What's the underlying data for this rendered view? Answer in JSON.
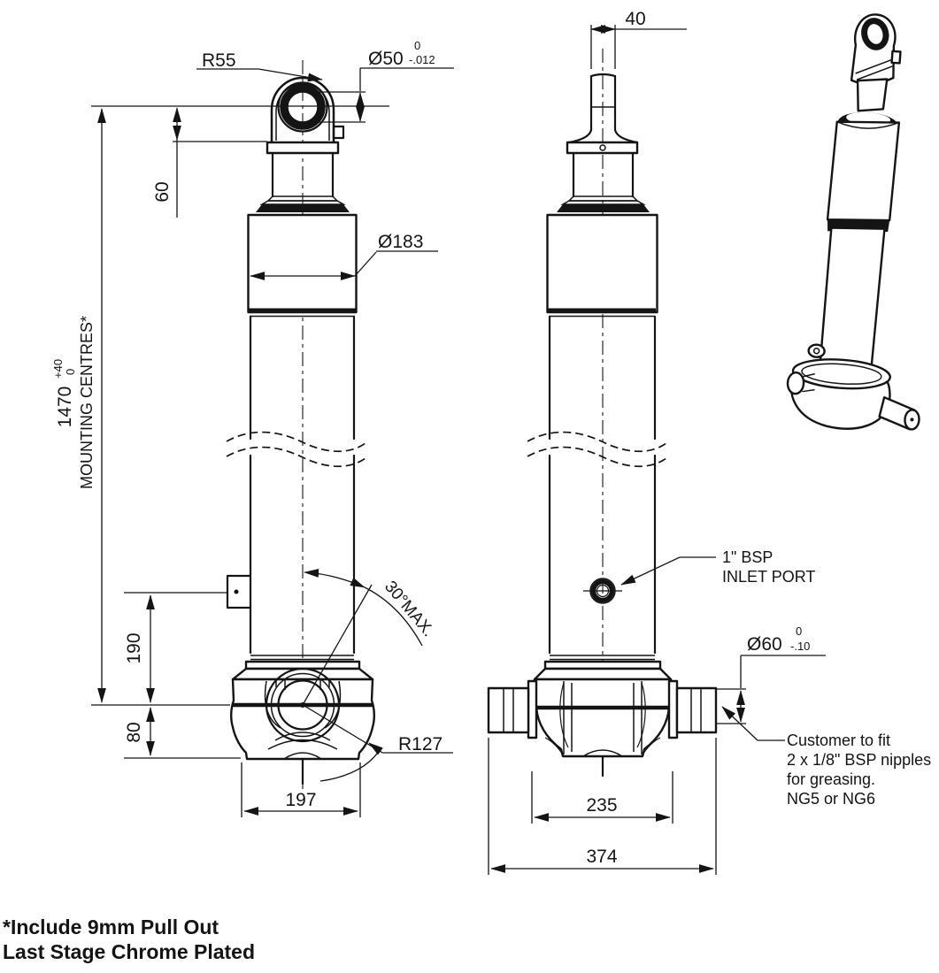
{
  "colors": {
    "line": "#141414",
    "background": "#ffffff"
  },
  "front_view": {
    "radius_eye": "R55",
    "bore": {
      "dia": "Ø50",
      "tol_upper": "0",
      "tol_lower": "-.012"
    },
    "eye_offset": "60",
    "barrel_dia": "Ø183",
    "mounting": {
      "value": "1470",
      "tol_upper": "+40",
      "tol_lower": "0",
      "label": "MOUNTING CENTRES*"
    },
    "tab_to_centre": "190",
    "centre_to_base": "80",
    "swing_angle": "30°MAX.",
    "base_radius": "R127",
    "base_width": "197"
  },
  "side_view": {
    "eye_width": "40",
    "inlet_port": {
      "line1": "1\" BSP",
      "line2": "INLET PORT"
    },
    "trunnion": {
      "dia": "Ø60",
      "tol_upper": "0",
      "tol_lower": "-.10"
    },
    "grease_note": [
      "Customer to fit",
      "2 x 1/8\" BSP nipples",
      "for greasing.",
      "NG5 or NG6"
    ],
    "body_width": "235",
    "overall_width": "374"
  },
  "footnotes": [
    "*Include 9mm Pull Out",
    "Last Stage Chrome Plated"
  ]
}
